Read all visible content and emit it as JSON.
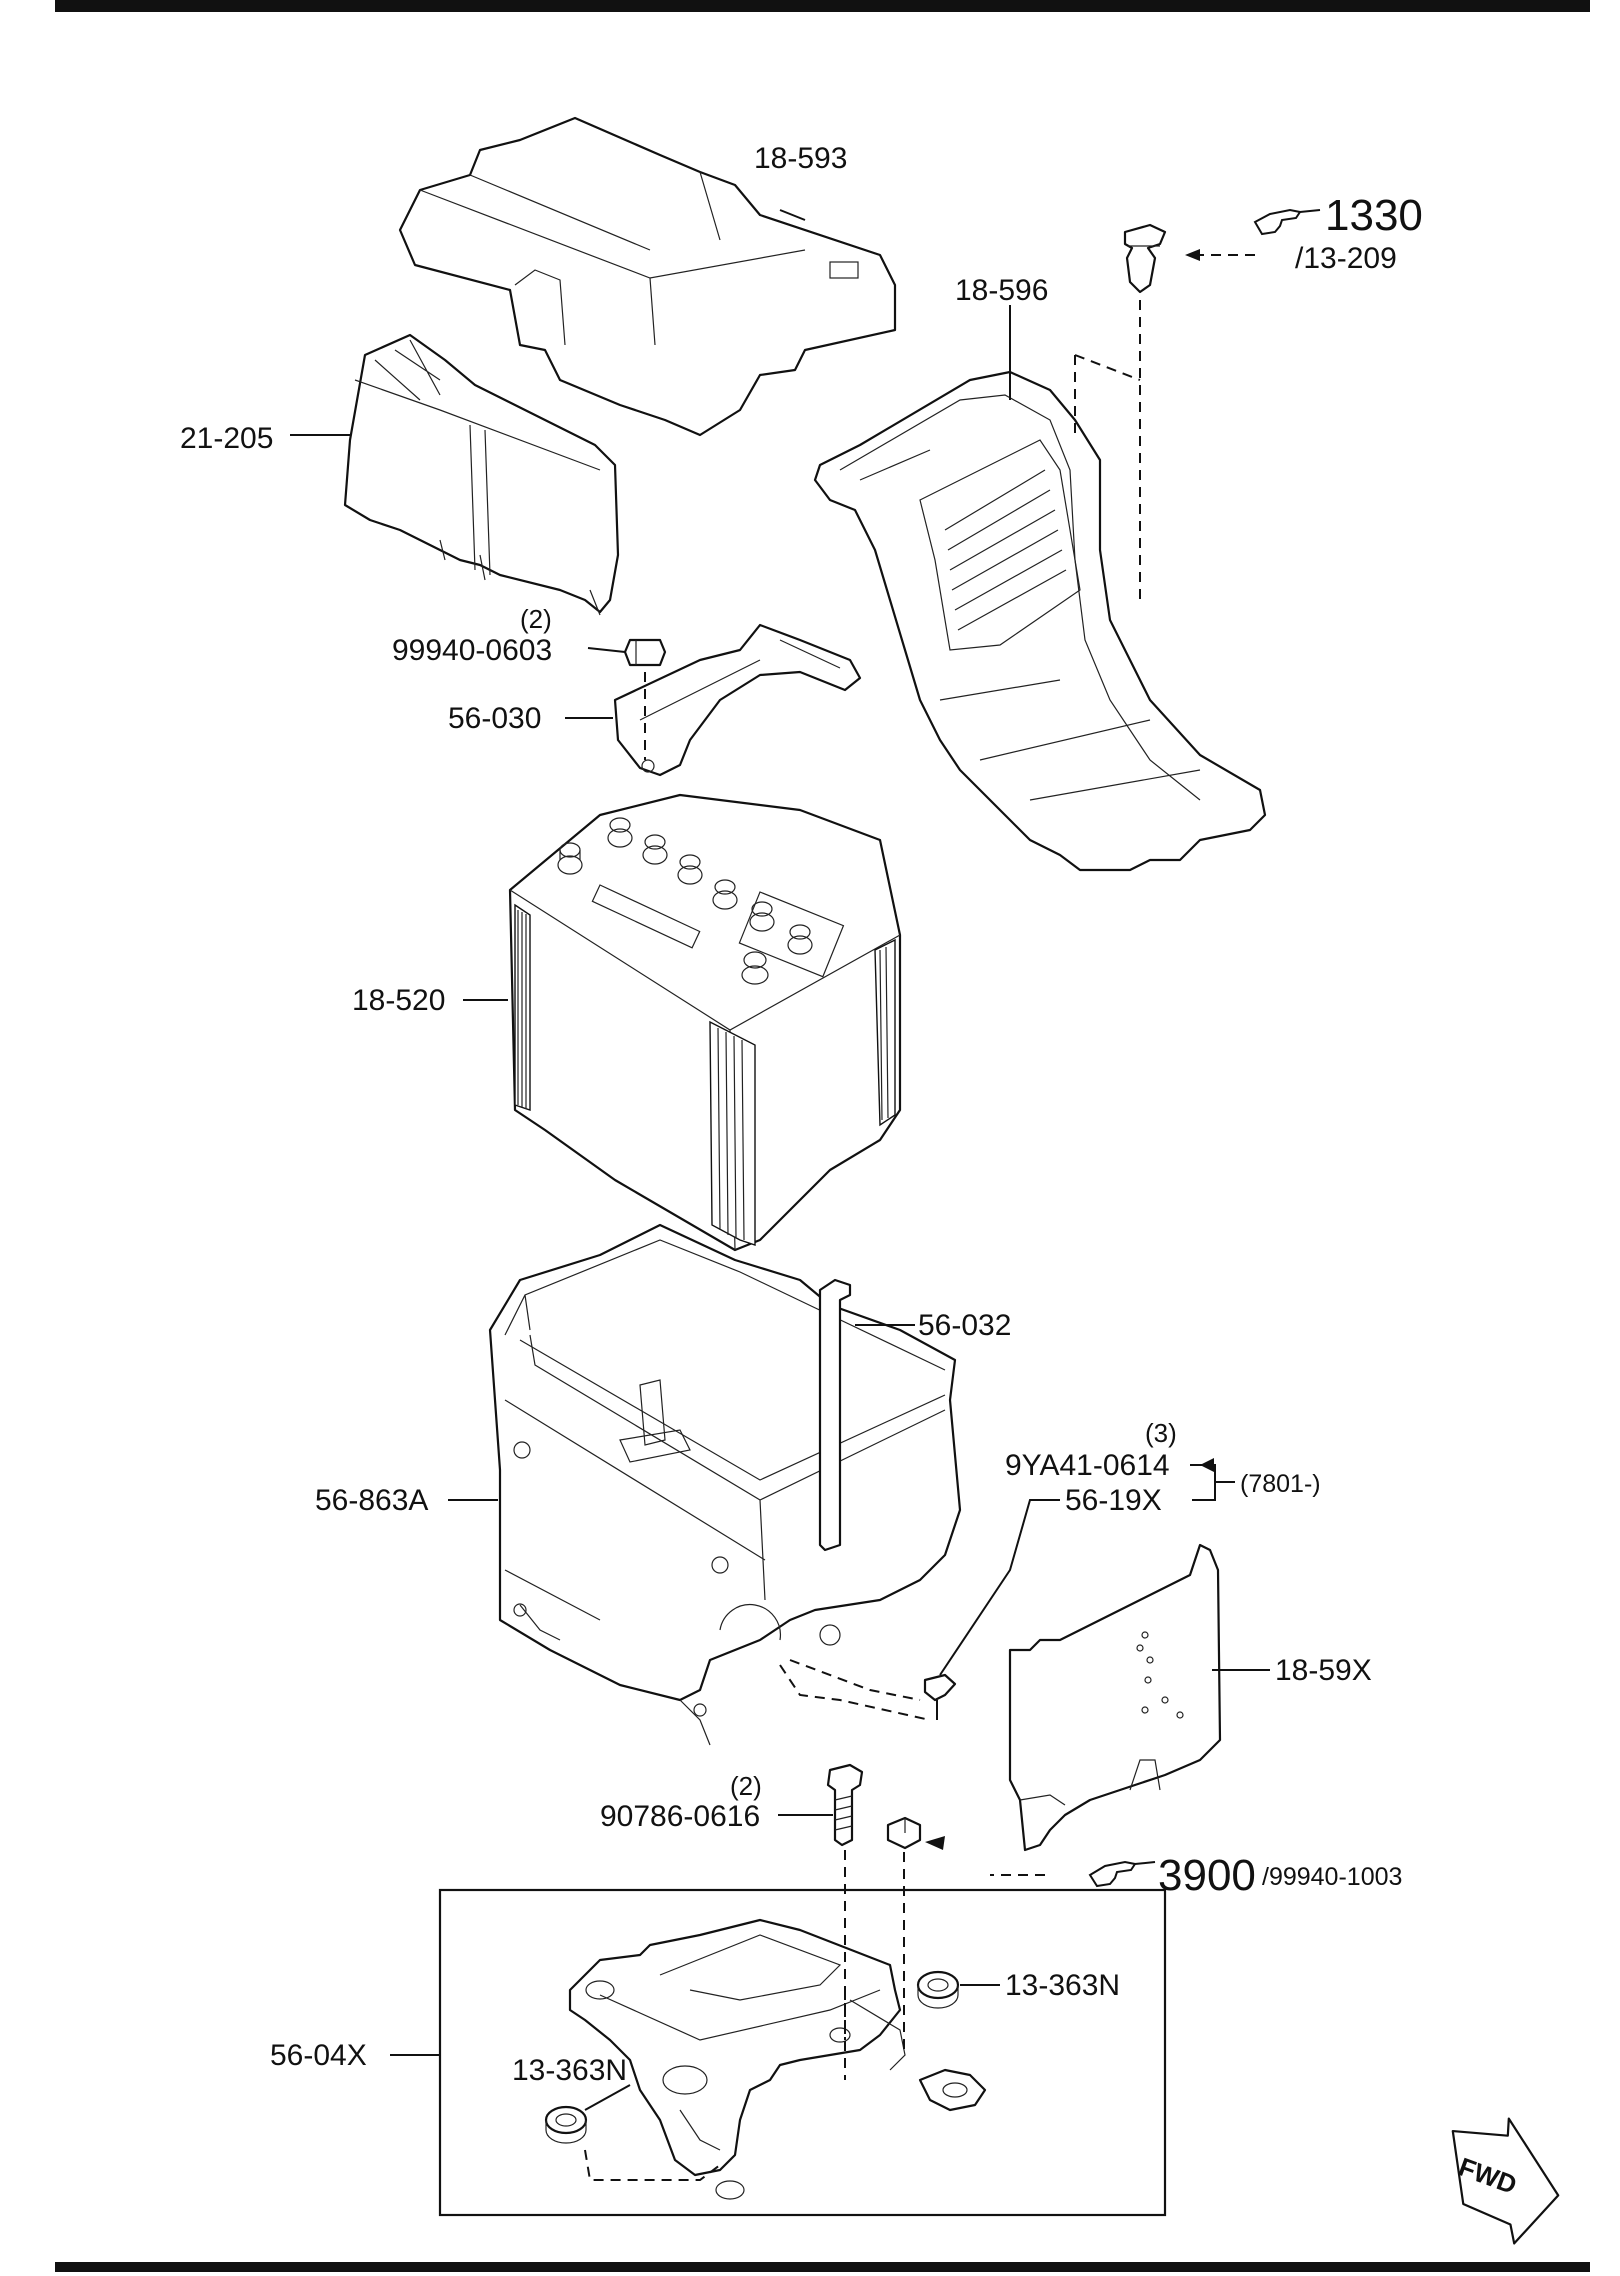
{
  "labels": {
    "cover_top": "18-593",
    "ref_1330": "1330",
    "ref_13_209": "/13-209",
    "duct": "18-596",
    "terminal_cover": "21-205",
    "nut_qty": "(2)",
    "nut": "99940-0603",
    "clamp": "56-030",
    "battery": "18-520",
    "bracket_rod": "56-032",
    "bolt_qty": "(3)",
    "bolt_9ya": "9YA41-0614",
    "bolt_range": "(7801-)",
    "part_56_19x": "56-19X",
    "tray": "56-863A",
    "side_cover": "18-59X",
    "bolt2_qty": "(2)",
    "bolt_90786": "90786-0616",
    "ref_3900": "3900",
    "ref_99940_1003": "/99940-1003",
    "grommet_right": "13-363N",
    "grommet_left": "13-363N",
    "carrier": "56-04X",
    "fwd": "FWD"
  }
}
